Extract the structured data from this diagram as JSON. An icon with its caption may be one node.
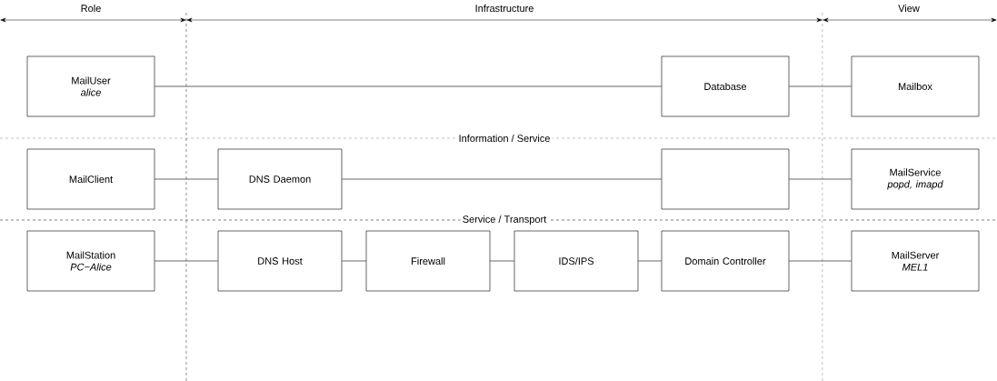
{
  "diagram": {
    "nodes": [
      {
        "text": [
          "MailUser",
          "alice"
        ]
      },
      {
        "text": [
          "Database"
        ]
      },
      {
        "text": [
          "Mailbox"
        ]
      },
      {
        "text": [
          "MailClient"
        ]
      },
      {
        "text": [
          "DNS Daemon"
        ]
      },
      {
        "text": [],
        "shape": "box"
      },
      {
        "text": [
          "MailService",
          "popd, imapd"
        ]
      },
      {
        "text": [
          "MailStation",
          "PC−Alice"
        ]
      },
      {
        "text": [
          "DNS Host"
        ]
      },
      {
        "text": [
          "Firewall"
        ]
      },
      {
        "text": [
          "IDS/IPS"
        ]
      },
      {
        "text": [
          "Domain Controller"
        ]
      },
      {
        "text": [
          "MailServer",
          "MEL1"
        ]
      }
    ],
    "edges": [
      {
        "from": 0,
        "to": 1,
        "arrow": "none"
      },
      {
        "from": 1,
        "to": 2,
        "arrow": "none"
      },
      {
        "from": 3,
        "to": 4,
        "arrow": "none"
      },
      {
        "from": 4,
        "to": 5,
        "arrow": "none"
      },
      {
        "from": 5,
        "to": 6,
        "arrow": "none"
      },
      {
        "from": 7,
        "to": 8,
        "arrow": "none"
      },
      {
        "from": 8,
        "to": 9,
        "arrow": "none"
      },
      {
        "from": 9,
        "to": 10,
        "arrow": "none"
      },
      {
        "from": 10,
        "to": 11,
        "arrow": "none"
      },
      {
        "from": 11,
        "to": 12,
        "arrow": "none"
      }
    ],
    "labels": [
      "Role",
      "Infrastructure",
      "View",
      "Information / Service",
      "Service / Transport"
    ]
  }
}
